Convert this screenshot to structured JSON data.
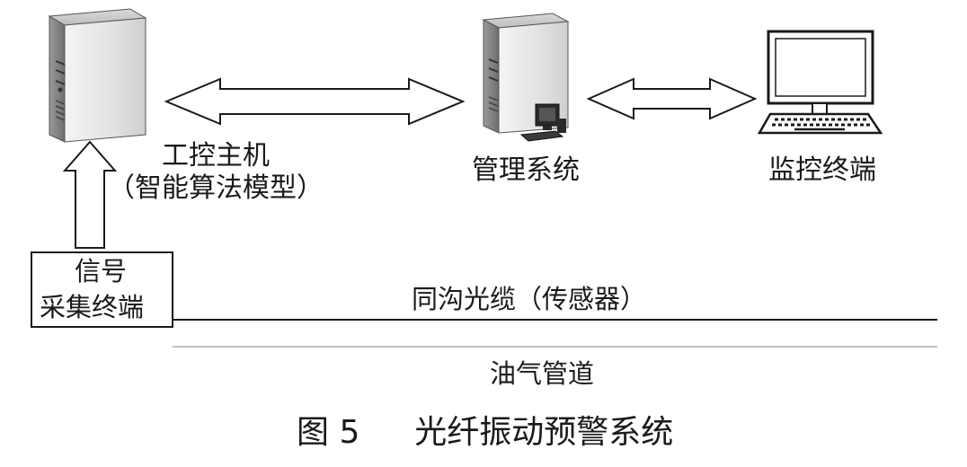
{
  "nodes": {
    "ipc": {
      "line1": "工控主机",
      "line2": "（智能算法模型）"
    },
    "mgmt": {
      "label": "管理系统"
    },
    "monitor": {
      "label": "监控终端"
    },
    "collector": {
      "line1": "信号",
      "line2": "采集终端"
    }
  },
  "lines": {
    "cable": "同沟光缆（传感器）",
    "pipeline": "油气管道"
  },
  "caption": {
    "number": "图 5",
    "title": "光纤振动预警系统"
  },
  "icons": {
    "server_left": "server-tower-icon",
    "server_mid": "server-tower-with-pc-icon",
    "monitor": "computer-monitor-icon"
  },
  "colors": {
    "stroke": "#1a1a1a",
    "server_light": "#e6e6e6",
    "server_dark": "#8a8a8a",
    "pipeline": "#bfbfbf"
  }
}
